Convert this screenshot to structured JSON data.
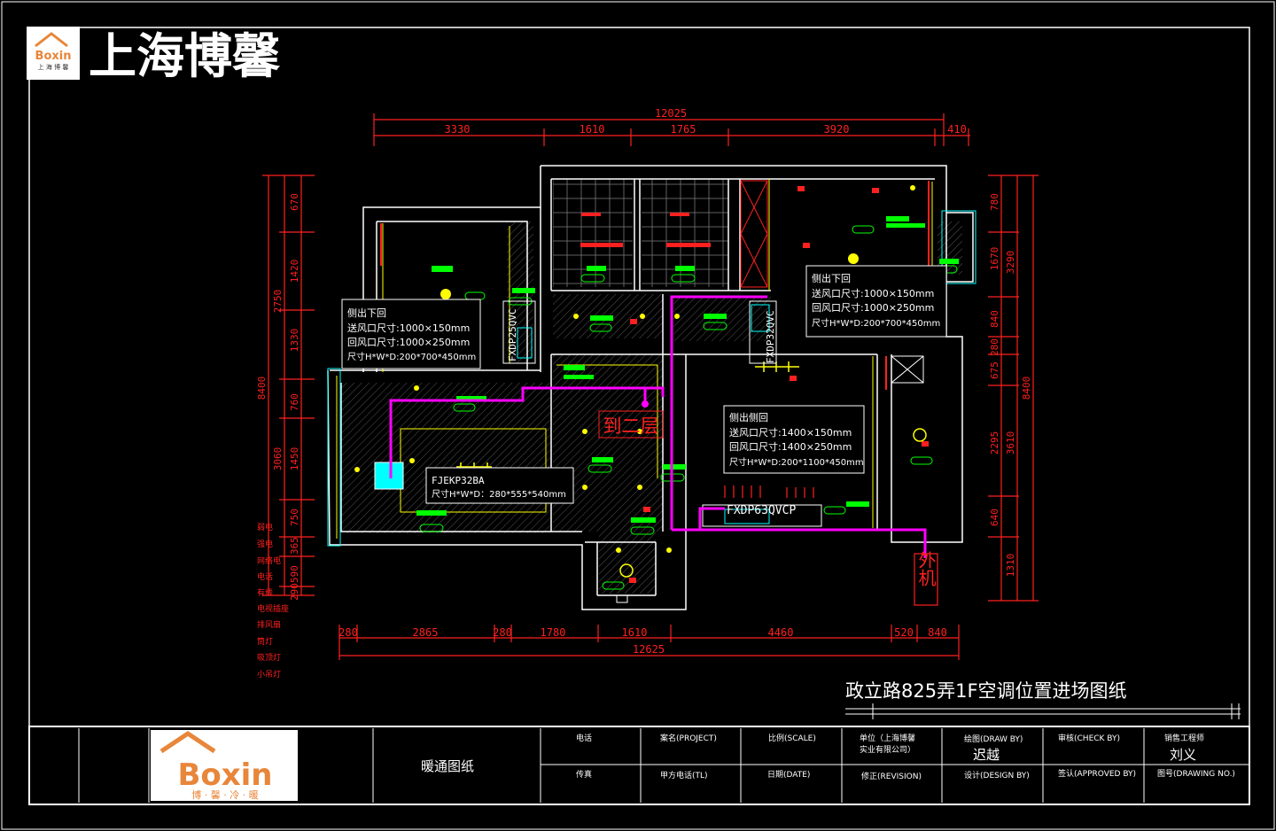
{
  "company": {
    "name_cn": "上海博馨",
    "logo_text": "Boxin",
    "logo_small": "上 海 博 馨",
    "logo_tagline": "博 · 馨 · 冷 · 暖"
  },
  "dimensions": {
    "top_total": "12025",
    "top": [
      "3330",
      "1610",
      "1765",
      "3920",
      "410"
    ],
    "bottom": [
      "280",
      "2865",
      "280",
      "1780",
      "1610",
      "4460",
      "520",
      "840"
    ],
    "bottom_total": "12625",
    "left_outer": "8400",
    "left_mid": [
      "2750",
      "3060"
    ],
    "left_inner": [
      "670",
      "1420",
      "1330",
      "760",
      "1450",
      "750",
      "365",
      "590",
      "290"
    ],
    "right_outer": "8400",
    "right_mid": [
      "3290",
      "3610"
    ],
    "right_inner": [
      "780",
      "1670",
      "840",
      "280",
      "675",
      "2295",
      "640",
      "1310"
    ]
  },
  "legend": [
    "弱电",
    "强电",
    "网络电",
    "电话",
    "有线",
    "电视插座",
    "排风扇",
    "筒灯",
    "吸顶灯",
    "小吊灯"
  ],
  "notes": {
    "left": [
      "侧出下回",
      "送风口尺寸:1000×150mm",
      "回风口尺寸:1000×250mm",
      "尺寸H*W*D:200*700*450mm"
    ],
    "right": [
      "侧出下回",
      "送风口尺寸:1000×150mm",
      "回风口尺寸:1000×250mm",
      "尺寸H*W*D:200*700*450mm"
    ],
    "center": [
      "侧出侧回",
      "送风口尺寸:1400×150mm",
      "回风口尺寸:1400×250mm",
      "尺寸H*W*D:200*1100*450mm"
    ],
    "living": [
      "FJEKP32BA",
      "尺寸H*W*D：280*555*540mm"
    ]
  },
  "unit_labels": {
    "left_unit": "FXDP25QVC",
    "right_unit": "FXDP32QVC",
    "center_unit": "FXDP63QVCP",
    "to_second_floor": "到二层",
    "outdoor": "外机"
  },
  "drawing_title": "政立路825弄1F空调位置进场图纸",
  "title_block": {
    "drawing_name": "暖通图纸",
    "row1": [
      {
        "label": "电话",
        "value": ""
      },
      {
        "label": "案名(PROJECT)",
        "value": ""
      },
      {
        "label": "比例(SCALE)",
        "value": ""
      },
      {
        "label": "单位（上海博馨实业有限公司）",
        "value": ""
      },
      {
        "label": "绘图(DRAW BY)",
        "value": "迟越"
      },
      {
        "label": "审核(CHECK BY)",
        "value": ""
      },
      {
        "label": "销售工程师",
        "value": "刘义"
      }
    ],
    "row2": [
      {
        "label": "传真",
        "value": ""
      },
      {
        "label": "甲方电话(TL)",
        "value": ""
      },
      {
        "label": "日期(DATE)",
        "value": ""
      },
      {
        "label": "修正(REVISION)",
        "value": ""
      },
      {
        "label": "设计(DESIGN BY)",
        "value": ""
      },
      {
        "label": "签认(APPROVED BY)",
        "value": ""
      },
      {
        "label": "图号(DRAWING NO.)",
        "value": ""
      }
    ]
  },
  "colors": {
    "background": "#000000",
    "border": "#ffffff",
    "dimension": "#ff2020",
    "pipe": "#ff00ff",
    "wall": "#ffffff",
    "yellow": "#ffff00",
    "green": "#00ff00",
    "cyan": "#00ffff",
    "logo_orange": "#e8863a"
  }
}
